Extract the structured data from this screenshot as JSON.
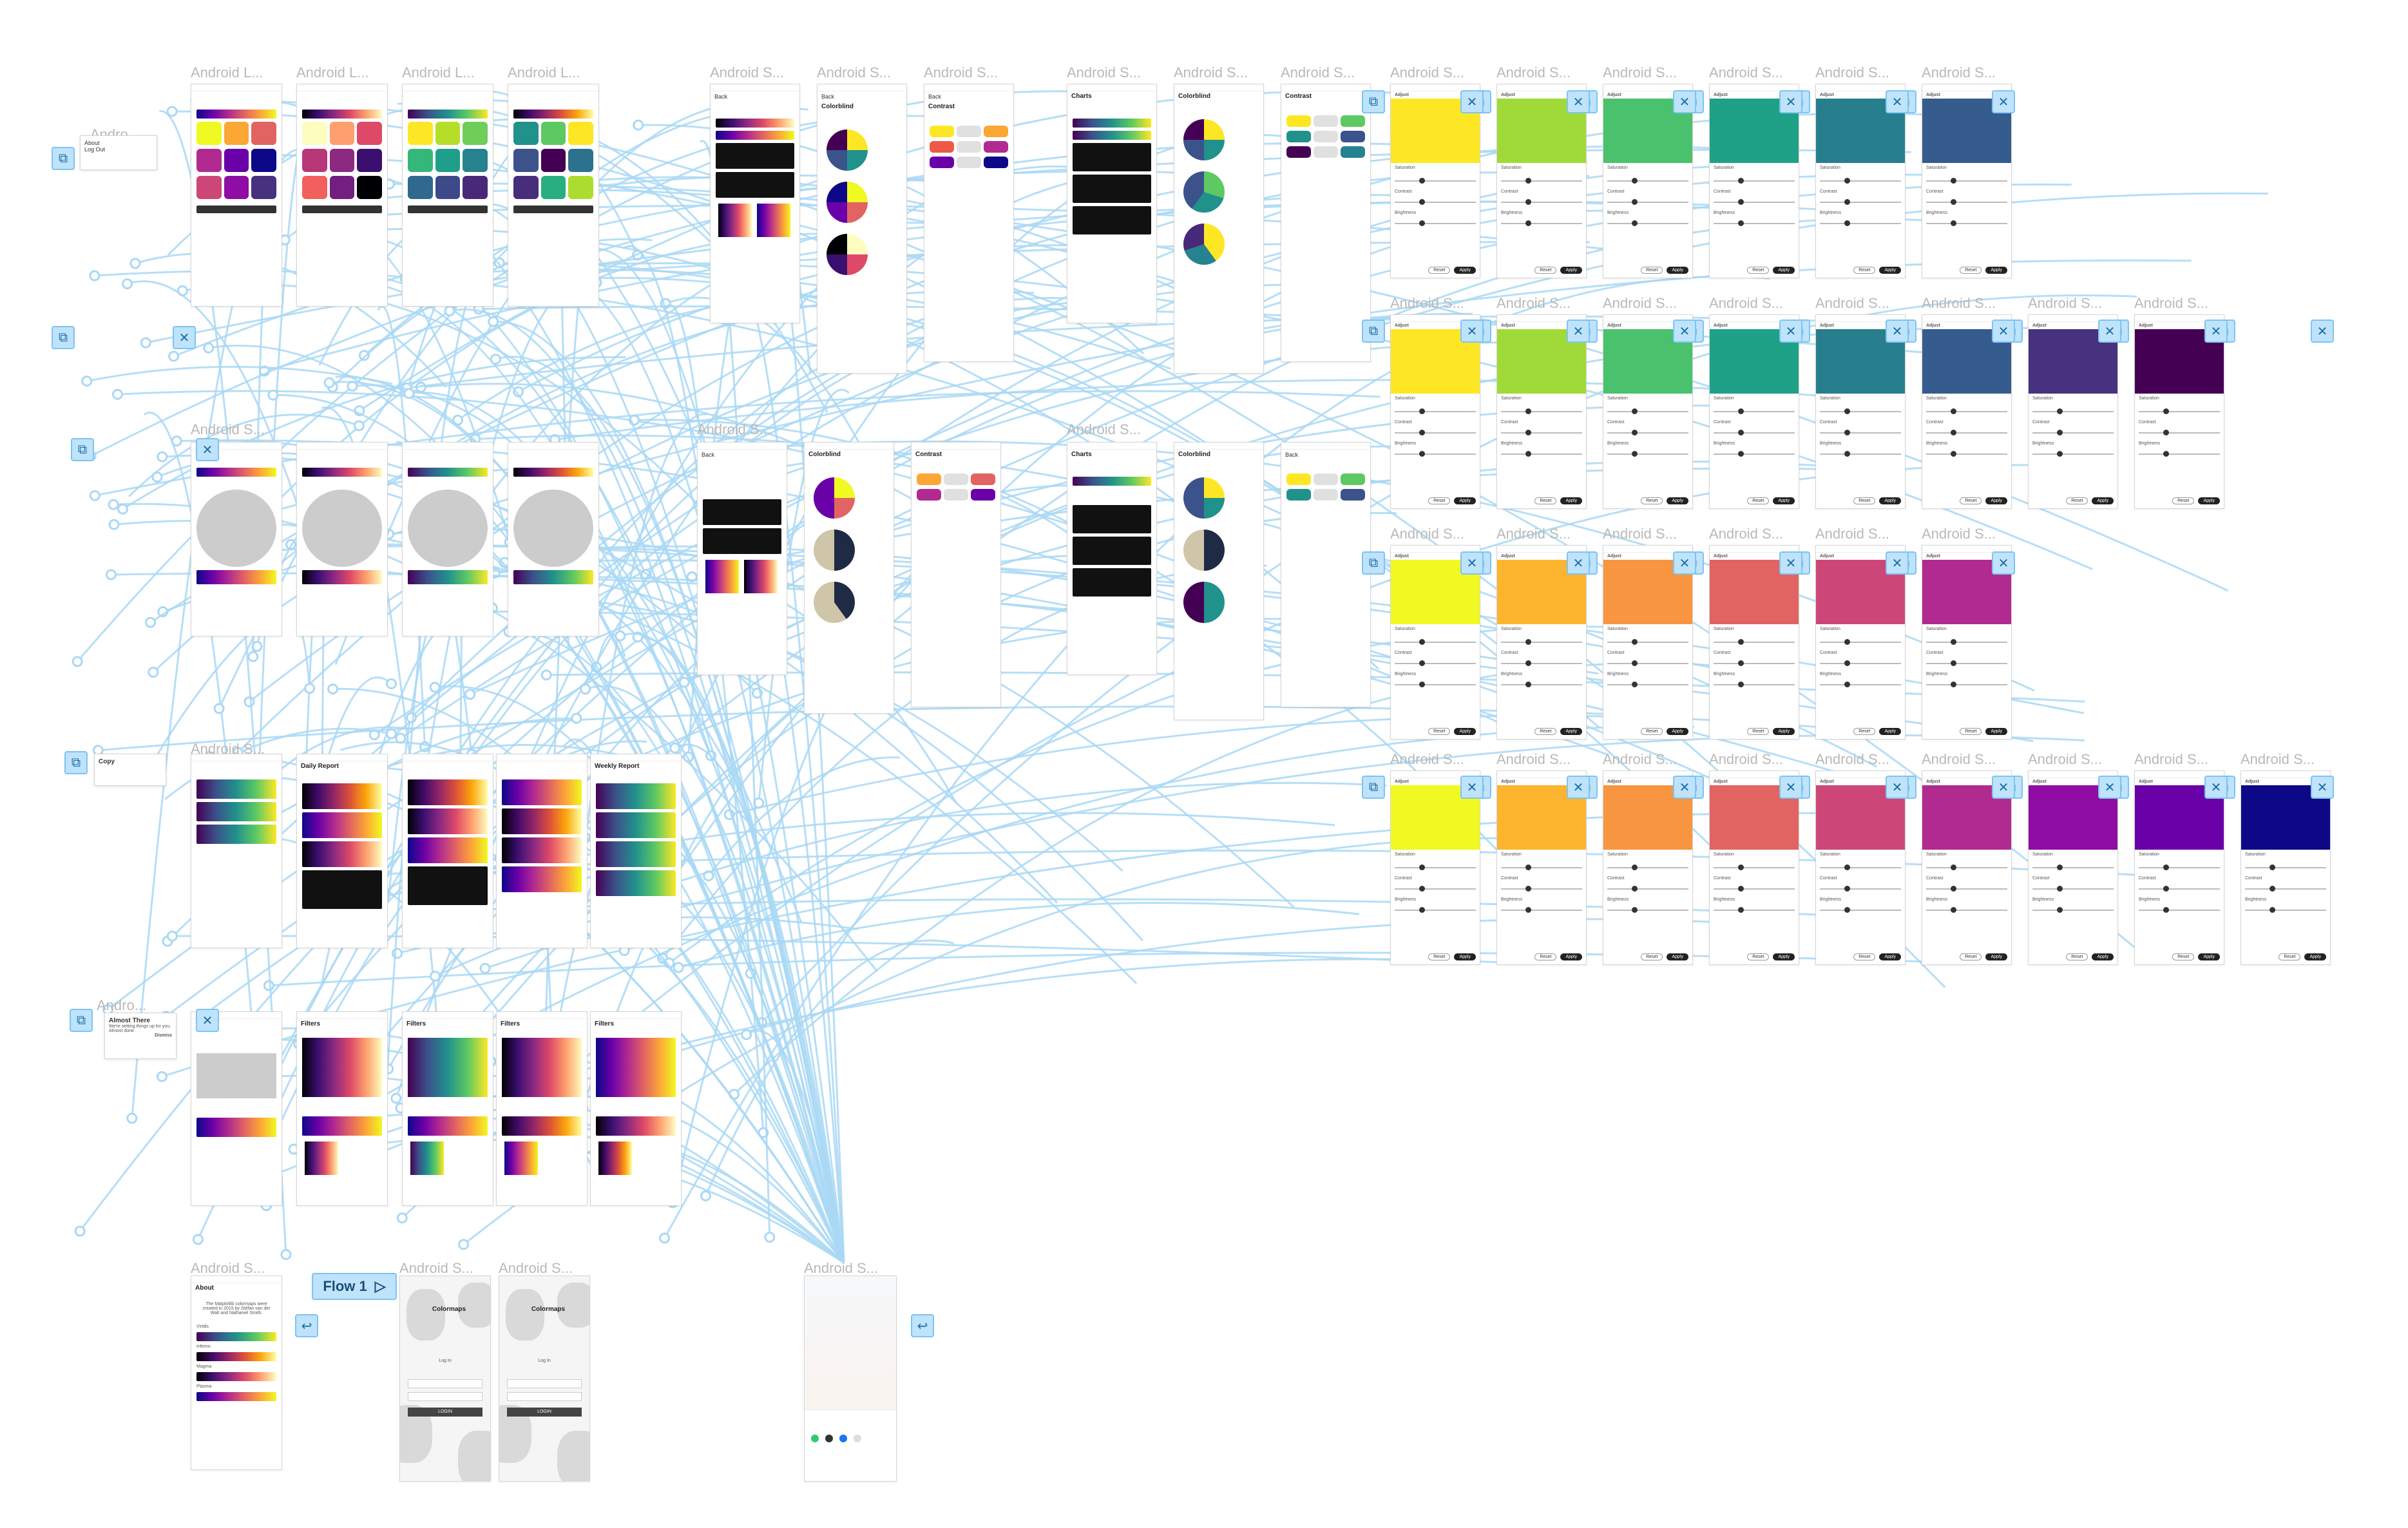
{
  "canvas": {
    "background": "#ffffff",
    "connector_color": "#a9d8f5",
    "node_color": "#bfe3fb"
  },
  "labels": {
    "android_l": "Android L...",
    "android_s": "Android S...",
    "andro": "Andro..."
  },
  "flow": {
    "label": "Flow 1"
  },
  "dialogs": {
    "almost_there": {
      "title": "Almost There",
      "body": "We're setting things up for you. Almost done.",
      "action": "Dismiss"
    },
    "copy": {
      "title": "Copy"
    },
    "about_menu": {
      "item1": "About",
      "item2": "Log Out"
    }
  },
  "screens": {
    "colorblind": "Colorblind",
    "contrast": "Contrast",
    "charts": "Charts",
    "back": "Back",
    "filters": "Filters",
    "about": "About",
    "colormaps": "Colormaps",
    "login": "Log In",
    "login_button": "LOGIN",
    "daily_report": "Daily Report",
    "weekly_report": "Weekly Report"
  },
  "about_screen": {
    "title": "About",
    "text": "The Matplotlib colormaps were created in 2015 by Stéfan van der Walt and Nathaniel Smith.",
    "maps": [
      "Viridis",
      "Inferno",
      "Magma",
      "Plasma"
    ]
  },
  "adjust_screen": {
    "title": "Adjust",
    "saturation": "Saturation",
    "contrast": "Contrast",
    "brightness": "Brightness",
    "reset": "Reset",
    "apply": "Apply"
  },
  "palettes": {
    "viridis": [
      "#fde725",
      "#a0da39",
      "#4ac16d",
      "#1fa187",
      "#277f8e",
      "#365c8d",
      "#46327e",
      "#440154"
    ],
    "plasma": [
      "#f0f921",
      "#fdb42f",
      "#f89540",
      "#e16462",
      "#cc4778",
      "#b12a90",
      "#8f0da4",
      "#6a00a8",
      "#0d0887"
    ],
    "magma_row": [
      "#fcfdbf",
      "#fe9f6d",
      "#f1605d",
      "#de4968",
      "#b73779",
      "#8c2981",
      "#3b0f70"
    ]
  }
}
